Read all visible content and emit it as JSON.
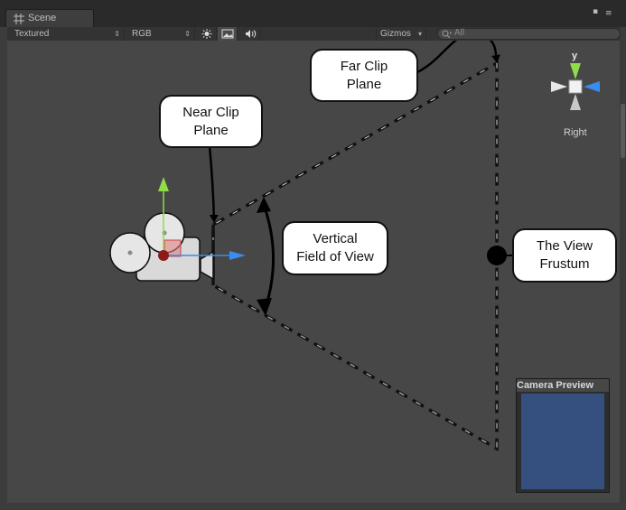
{
  "tab": {
    "title": "Scene",
    "icon": "grid-icon"
  },
  "window_controls": {
    "icons": [
      "maximize-icon",
      "menu-icon"
    ]
  },
  "toolbar": {
    "render_mode": "Textured",
    "color_mode": "RGB",
    "buttons": [
      "lighting-toggle-icon",
      "image-toggle-icon",
      "audio-toggle-icon"
    ],
    "gizmos_label": "Gizmos",
    "search_placeholder": "All"
  },
  "callouts": {
    "far_clip": "Far Clip\nPlane",
    "near_clip": "Near Clip\nPlane",
    "vertical_fov": "Vertical\nField of View",
    "view_frustum": "The View\nFrustum"
  },
  "gizmo": {
    "axis_label": "y",
    "view_label": "Right",
    "colors": {
      "y": "#9be04a",
      "z": "#3b8cf0",
      "x": "#e0e0e0"
    }
  },
  "camera_preview": {
    "title": "Camera Preview",
    "bg_color": "#35507f"
  },
  "colors": {
    "viewport": "#474747",
    "toolbar": "#333333",
    "frustum": "#111111"
  }
}
